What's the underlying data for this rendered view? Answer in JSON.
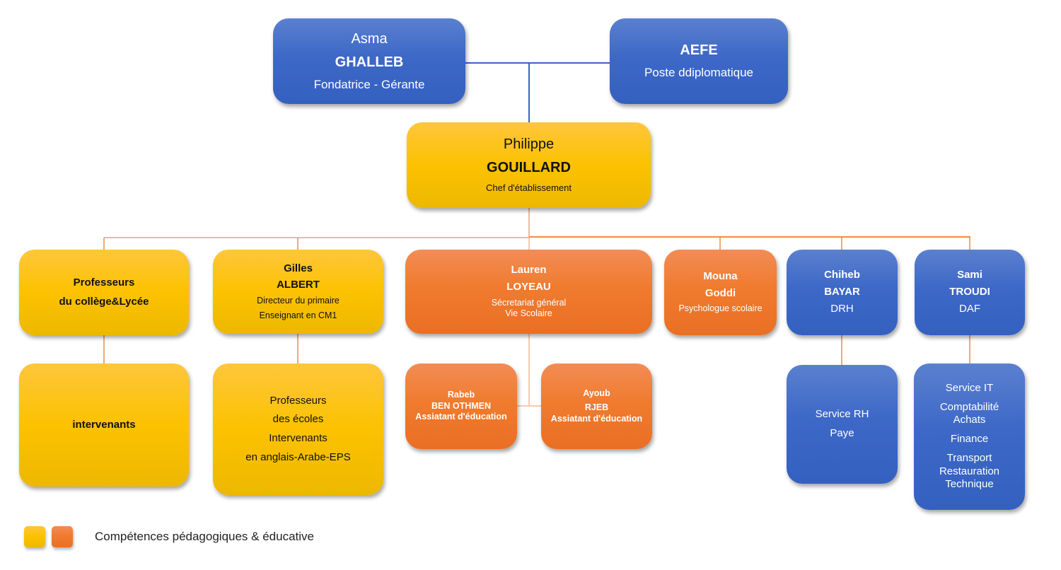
{
  "colors": {
    "blue": "#3d68c7",
    "yellow": "#fcc200",
    "orange": "#f07b2f",
    "connector_blue": "#3a63c4",
    "connector_orange": "#f08a4b"
  },
  "nodes": {
    "ghalleb": {
      "first": "Asma",
      "last": "GHALLEB",
      "role": "Fondatrice - Gérante"
    },
    "aefe": {
      "title": "AEFE",
      "subtitle": "Poste ddiplomatique"
    },
    "gouillard": {
      "first": "Philippe",
      "last": "GOUILLARD",
      "role": "Chef d'établissement"
    },
    "professeurs": {
      "line1": "Professeurs",
      "line2": "du collège&Lycée"
    },
    "albert": {
      "first": "Gilles",
      "last": "ALBERT",
      "role1": "Directeur du primaire",
      "role2": "Enseignant en CM1"
    },
    "loyeau": {
      "first": "Lauren",
      "last": "LOYEAU",
      "role1": "Sécretariat général",
      "role2": "Vie Scolaire"
    },
    "goddi": {
      "first": "Mouna",
      "last": "Goddi",
      "role": "Psychologue scolaire"
    },
    "bayar": {
      "first": "Chiheb",
      "last": "BAYAR",
      "role": "DRH"
    },
    "troudi": {
      "first": "Sami",
      "last": "TROUDI",
      "role": "DAF"
    },
    "intervenants": {
      "label": "intervenants"
    },
    "ecoles": {
      "line1": "Professeurs",
      "line2": "des écoles",
      "line3": "Intervenants",
      "line4": "en anglais-Arabe-EPS"
    },
    "benothmen": {
      "first": "Rabeb",
      "last": "BEN OTHMEN",
      "role": "Assiatant d'éducation"
    },
    "rjeb": {
      "first": "Ayoub",
      "last": "RJEB",
      "role": "Assiatant d'éducation"
    },
    "service_rh": {
      "line1": "Service RH",
      "line2": "Paye"
    },
    "services_daf": {
      "line1": "Service IT",
      "line2": "Comptabilité",
      "line3": "Achats",
      "line4": "Finance",
      "line5": "Transport",
      "line6": "Restauration",
      "line7": "Technique"
    }
  },
  "legend": {
    "label": "Compétences pédagogiques & éducative",
    "swatches": [
      "yellow",
      "orange"
    ]
  }
}
